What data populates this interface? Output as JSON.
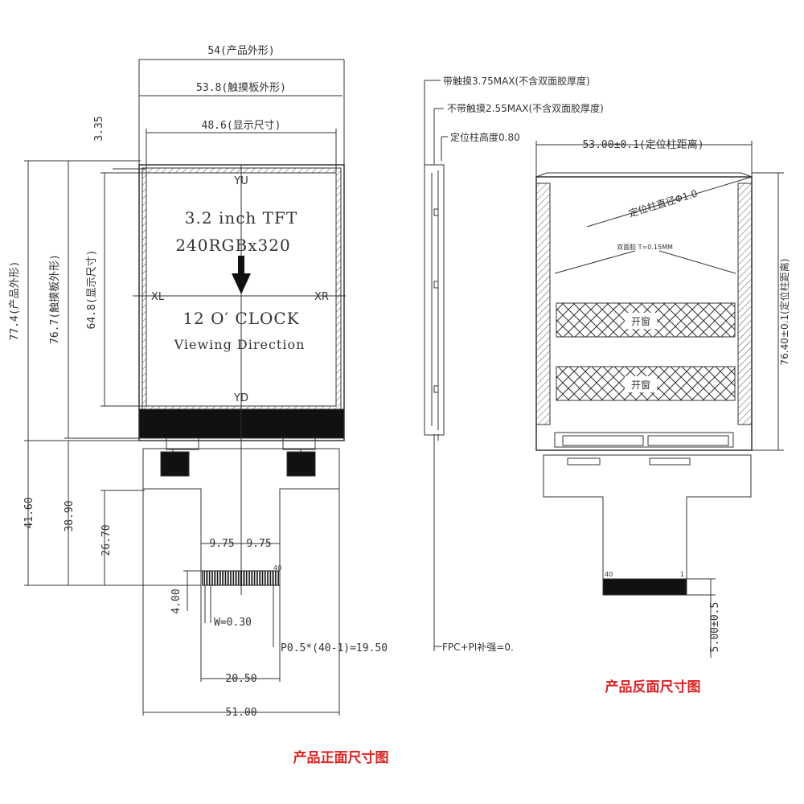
{
  "front": {
    "dim_overall_width": "54(产品外形)",
    "dim_touch_width": "53.8(触摸板外形)",
    "dim_view_width": "48.6(显示尺寸)",
    "dim_offset": "3.35",
    "dim_overall_height": "77.4(产品外形)",
    "dim_touch_height": "76.7(触摸板外形)",
    "dim_view_height": "64.8(显示尺寸)",
    "dim_fpc_total": "41.60",
    "dim_fpc_mid": "38.90",
    "dim_fpc_low": "26.70",
    "dim_pitch_left": "9.75",
    "dim_pitch_right": "9.75",
    "dim_finger_len": "4.00",
    "dim_finger_w": "W=0.30",
    "dim_pitch": "P0.5*(40-1)=19.50",
    "dim_conn_width": "20.50",
    "dim_fpc_width": "51.00",
    "label_yu": "YU",
    "label_yd": "YD",
    "label_xl": "XL",
    "label_xr": "XR",
    "screen_line1": "3.2 inch TFT",
    "screen_line2": "240RGBx320",
    "screen_line3": "12 O′ CLOCK",
    "screen_line4": "Viewing Direction",
    "pin_40": "40",
    "caption": "产品正面尺寸图"
  },
  "side": {
    "label_touch": "带触摸3.75MAX(不含双面胶厚度)",
    "label_no_touch": "不带触摸2.55MAX(不含双面胶厚度)",
    "label_post_height": "定位柱高度0.80",
    "label_fpc": "FPC+PI补强=0."
  },
  "back": {
    "dim_post_distance": "53.00±0.1(定位柱距离)",
    "dim_post_diameter": "定位柱直径Φ1.0",
    "dim_tape": "双面胶 T=0.15MM",
    "dim_post_vertical": "76.40±0.1(定位柱距离)",
    "window_1": "开窗",
    "window_2": "开窗",
    "pin_40": "40",
    "pin_1": "1",
    "dim_finger": "5.00±0.5",
    "caption": "产品反面尺寸图"
  }
}
